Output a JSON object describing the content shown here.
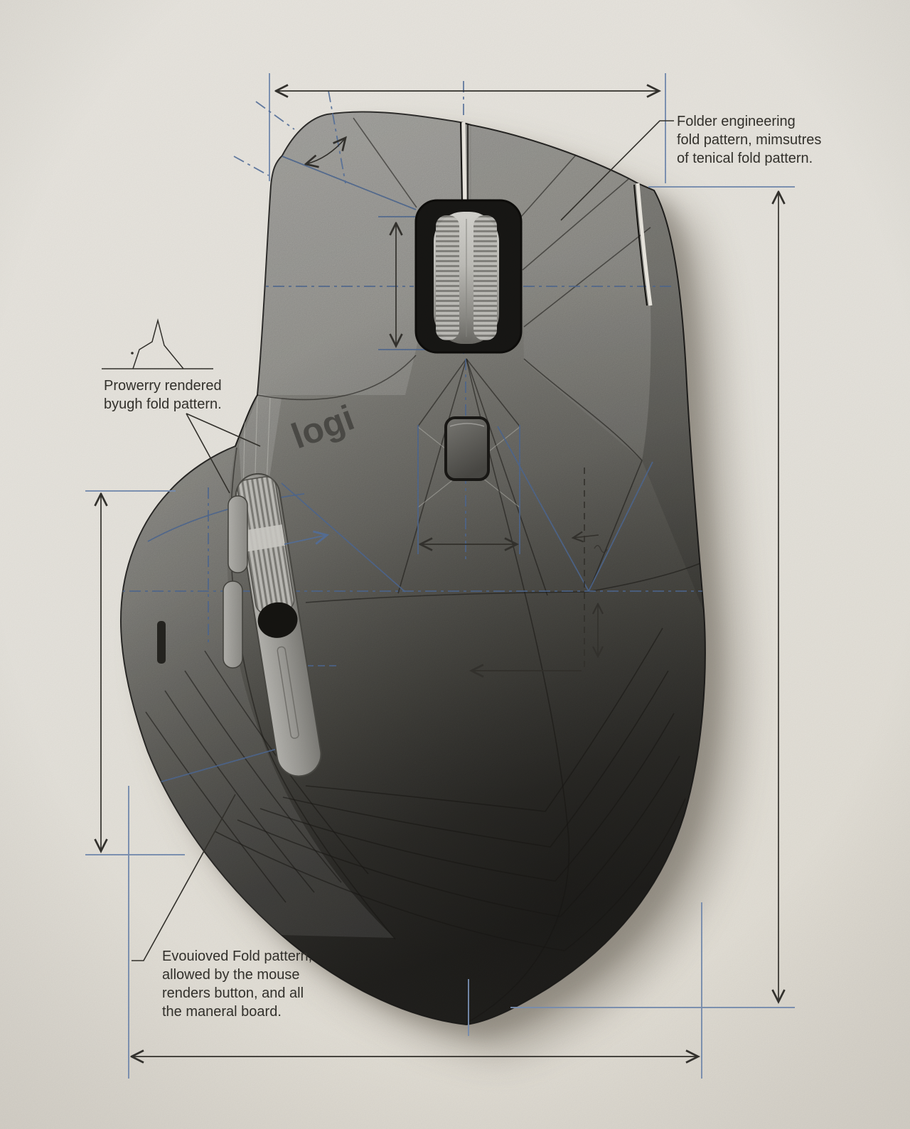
{
  "logo": {
    "text": "logi"
  },
  "annotations": {
    "top_right": {
      "lines": [
        "Folder engineering",
        "fold pattern, mimsutres",
        "of tenical fold pattern."
      ]
    },
    "left": {
      "lines": [
        "Prowerry rendered",
        "byugh fold pattern."
      ]
    },
    "bottom_left": {
      "lines": [
        "Evouioved Fold pattern,",
        "allowed by the mouse",
        "renders button, and all",
        "the maneral board."
      ]
    }
  },
  "colors": {
    "paper": "#eae7e0",
    "paper_edge": "#e2ded5",
    "ink": "#34322d",
    "blue": "#56729f",
    "blue_soft": "#7b91b4",
    "logo": "#4d4c48",
    "body_top": "#a7a6a2",
    "body_mid": "#8a8985",
    "body_low": "#55544f",
    "body_bottom": "#2b2a27",
    "wheel_metal": "#c9c8c3",
    "recess": "#191815"
  }
}
